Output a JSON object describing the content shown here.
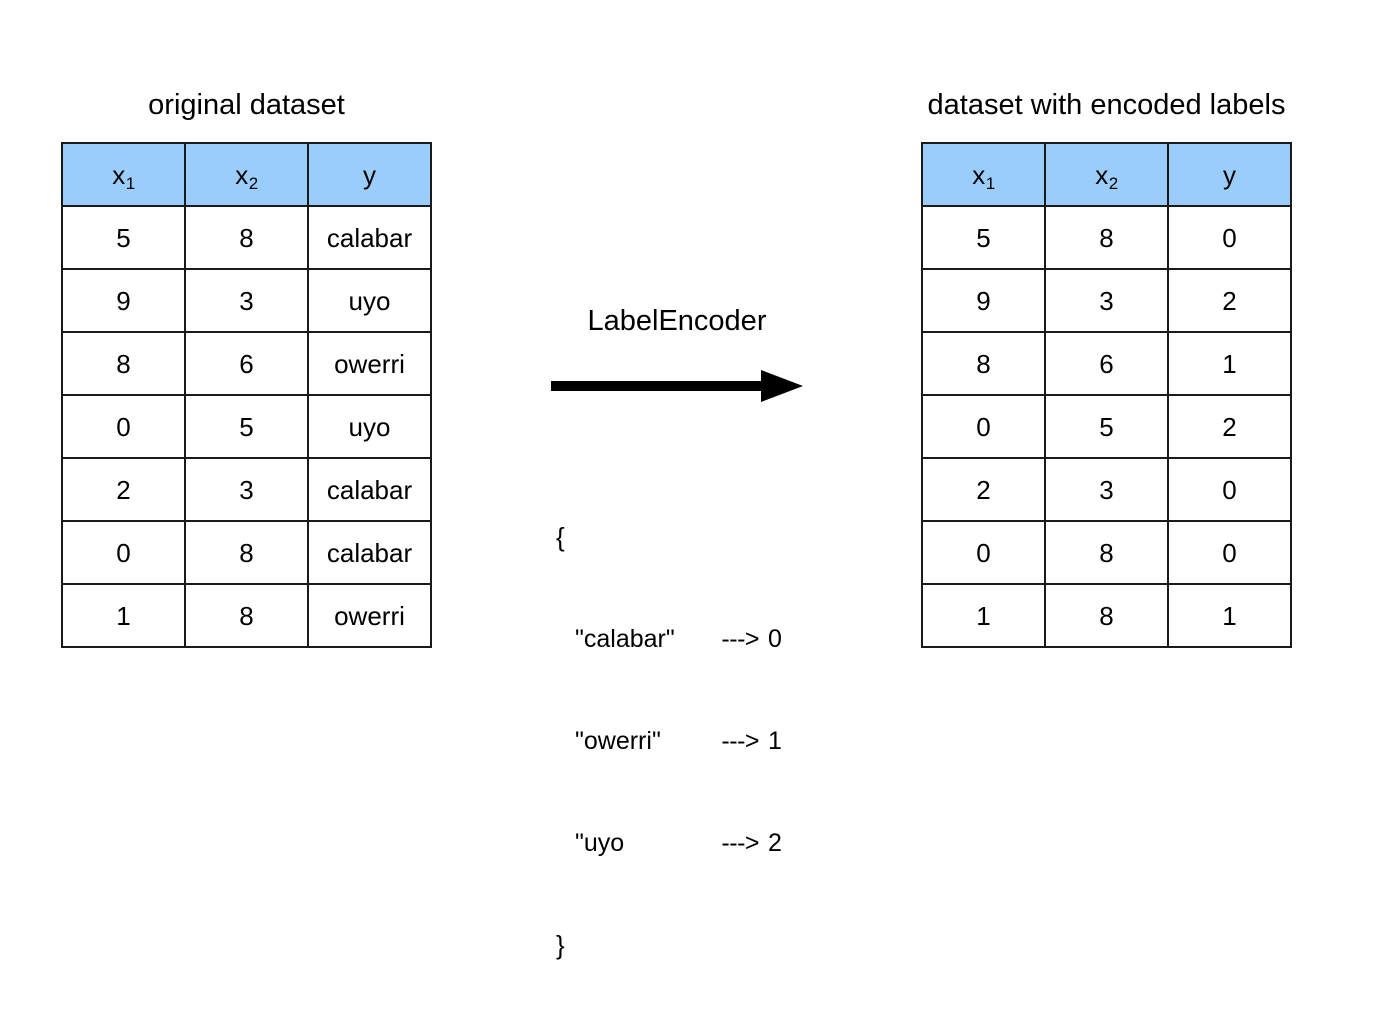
{
  "panels": {
    "left": {
      "title": "original dataset",
      "columns": [
        "x₁",
        "x₂",
        "y"
      ],
      "column_bases": [
        "x",
        "x",
        "y"
      ],
      "column_subs": [
        "1",
        "2",
        ""
      ],
      "rows": [
        [
          "5",
          "8",
          "calabar"
        ],
        [
          "9",
          "3",
          "uyo"
        ],
        [
          "8",
          "6",
          "owerri"
        ],
        [
          "0",
          "5",
          "uyo"
        ],
        [
          "2",
          "3",
          "calabar"
        ],
        [
          "0",
          "8",
          "calabar"
        ],
        [
          "1",
          "8",
          "owerri"
        ]
      ]
    },
    "right": {
      "title": "dataset with encoded labels",
      "columns": [
        "x₁",
        "x₂",
        "y"
      ],
      "column_bases": [
        "x",
        "x",
        "y"
      ],
      "column_subs": [
        "1",
        "2",
        ""
      ],
      "rows": [
        [
          "5",
          "8",
          "0"
        ],
        [
          "9",
          "3",
          "2"
        ],
        [
          "8",
          "6",
          "1"
        ],
        [
          "0",
          "5",
          "2"
        ],
        [
          "2",
          "3",
          "0"
        ],
        [
          "0",
          "8",
          "0"
        ],
        [
          "1",
          "8",
          "1"
        ]
      ]
    }
  },
  "middle": {
    "transform_label": "LabelEncoder",
    "arrow": "right-arrow",
    "mapping": {
      "open_brace": "{",
      "close_brace": "}",
      "entries": [
        {
          "key": "\"calabar\"",
          "arrow": "--->",
          "value": "0"
        },
        {
          "key": "\"owerri\"",
          "arrow": "--->",
          "value": "1"
        },
        {
          "key": "\"uyo",
          "arrow": "--->",
          "value": "2"
        }
      ]
    }
  },
  "colors": {
    "header_fill": "#9bcdfb",
    "border": "#1a1a1a",
    "text": "#000000",
    "background": "#ffffff"
  }
}
